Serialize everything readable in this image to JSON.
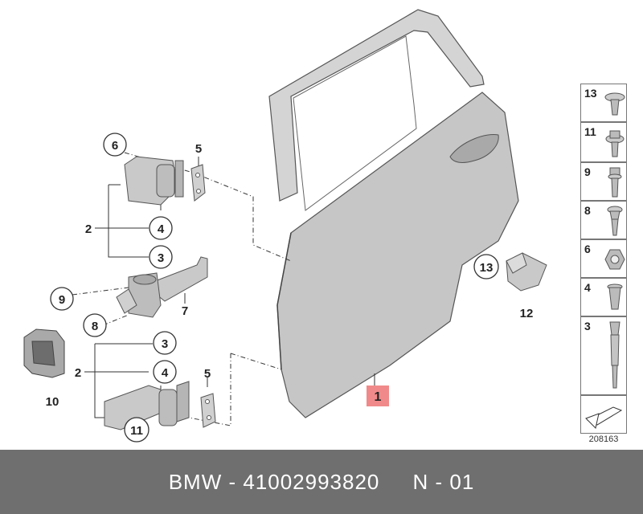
{
  "callouts": {
    "c1": "1",
    "c2a": "2",
    "c2b": "2",
    "c3a": "3",
    "c3b": "3",
    "c4a": "4",
    "c4b": "4",
    "c5a": "5",
    "c5b": "5",
    "c6": "6",
    "c7": "7",
    "c8": "8",
    "c9": "9",
    "c10": "10",
    "c11": "11",
    "c12": "12",
    "c13": "13"
  },
  "legend": {
    "items": [
      {
        "label": "13",
        "icon": "push-rivet-icon"
      },
      {
        "label": "11",
        "icon": "screw-with-washer-icon"
      },
      {
        "label": "9",
        "icon": "hex-bolt-icon"
      },
      {
        "label": "8",
        "icon": "phillips-screw-icon"
      },
      {
        "label": "6",
        "icon": "hex-nut-icon"
      },
      {
        "label": "4",
        "icon": "expanding-nut-icon"
      },
      {
        "label": "3",
        "icon": "threaded-stud-icon"
      }
    ],
    "ref_number": "208163"
  },
  "footer": {
    "text": "BMW - 41002993820     N - 01"
  },
  "colors": {
    "part_fill": "#c9c9c9",
    "part_stroke": "#555555",
    "highlight": "#f08a8a",
    "footer_bg": "#6f6f6f"
  }
}
